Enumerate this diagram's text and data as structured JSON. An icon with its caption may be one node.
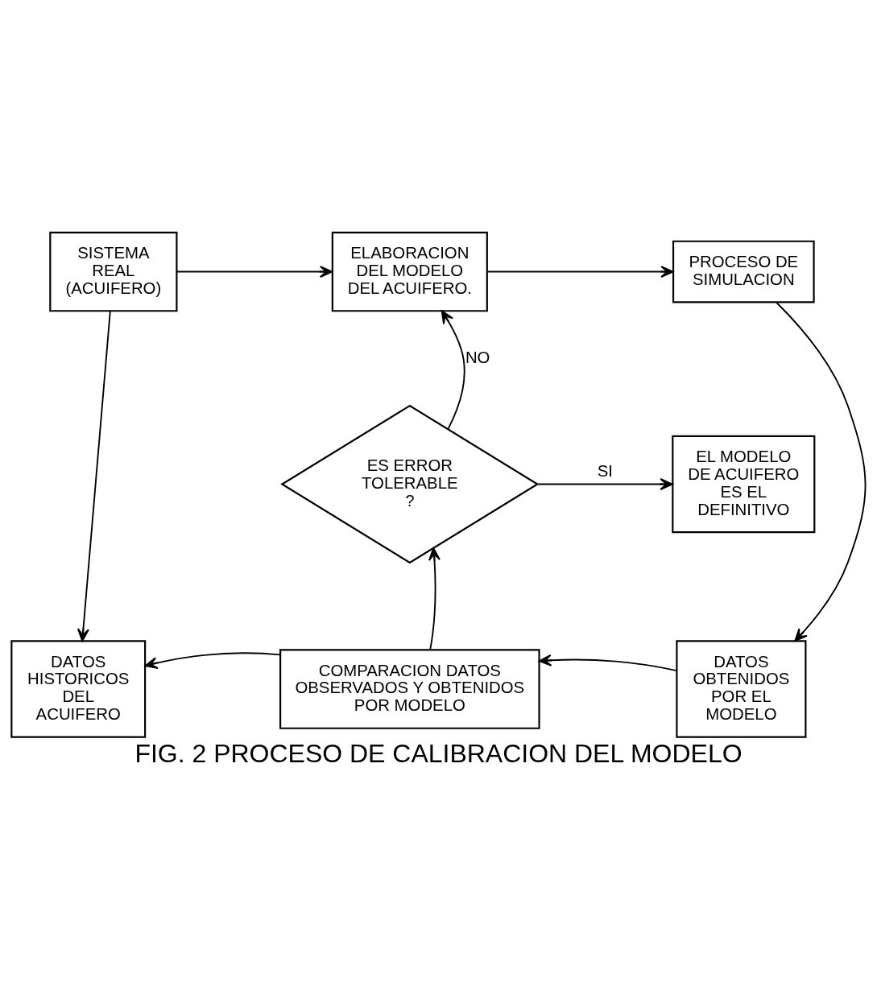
{
  "diagram": {
    "caption": "FIG. 2 PROCESO DE CALIBRACION DEL MODELO",
    "nodes": [
      {
        "text": [
          "SISTEMA REAL (ACUIFERO)"
        ]
      },
      {
        "text": [
          "ELABORACION DEL MODELO DEL ACUIFERO."
        ]
      },
      {
        "text": [
          "PROCESO DE SIMULACION"
        ]
      },
      {
        "text": [
          "ES ERROR TOLERABLE ?"
        ]
      },
      {
        "text": [
          "EL MODELO DE ACUIFERO ES EL DEFINITIVO"
        ]
      },
      {
        "text": [
          "DATOS HISTORICOS DEL ACUIFERO"
        ]
      },
      {
        "text": [
          "COMPARACION DATOS OBSERVADOS Y OBTENIDOS POR MODELO"
        ]
      },
      {
        "text": [
          "DATOS OBTENIDOS POR EL MODELO"
        ]
      }
    ],
    "edges": [
      {
        "from": 0,
        "to": 1,
        "arrow": "to"
      },
      {
        "from": 1,
        "to": 2,
        "arrow": "to"
      },
      {
        "from": 2,
        "to": 7,
        "arrow": "to"
      },
      {
        "from": 7,
        "to": 6,
        "arrow": "to"
      },
      {
        "from": 6,
        "to": 5,
        "arrow": "to"
      },
      {
        "from": 6,
        "to": 3,
        "arrow": "to"
      },
      {
        "from": 3,
        "to": 1,
        "arrow": "to",
        "label": "NO"
      },
      {
        "from": 3,
        "to": 4,
        "arrow": "to",
        "label": "SI"
      },
      {
        "from": 0,
        "to": 5,
        "arrow": "to"
      }
    ]
  }
}
